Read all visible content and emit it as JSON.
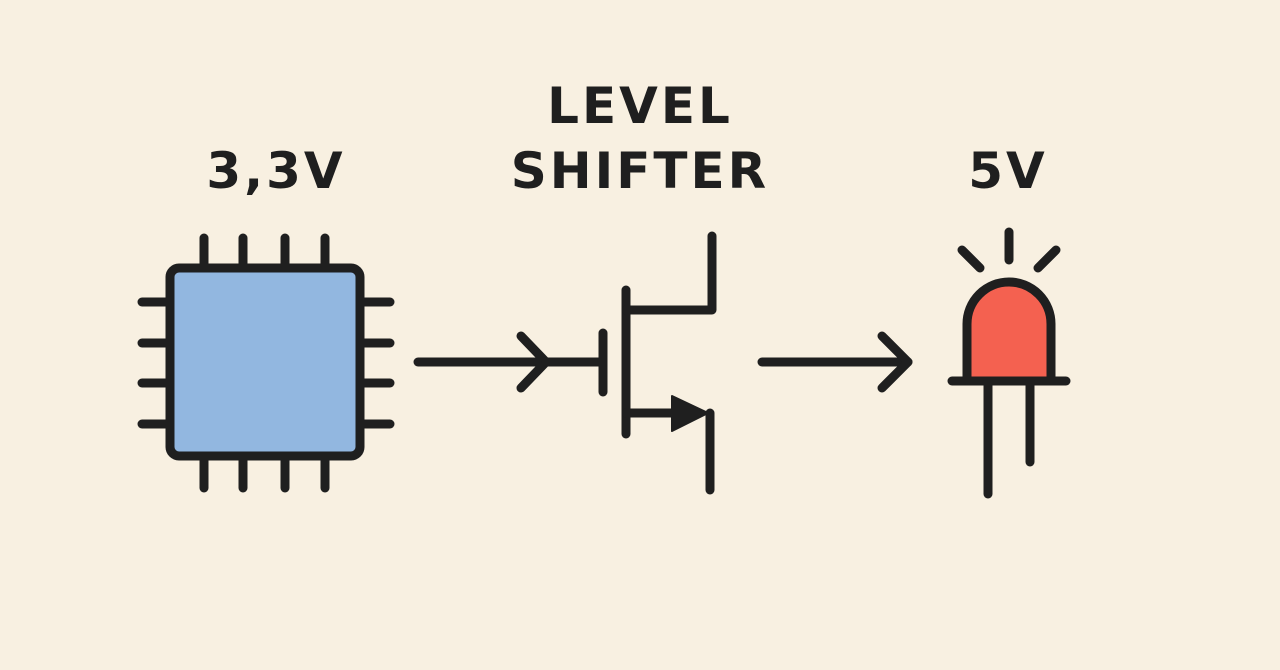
{
  "labels": {
    "low_voltage": "3,3V",
    "shifter_line1": "LEVEL",
    "shifter_line2": "SHIFTER",
    "high_voltage": "5V"
  },
  "icons": {
    "source": "microchip-icon",
    "shifter": "transistor-icon",
    "load": "led-icon",
    "connector": "arrow-right-icon"
  },
  "colors": {
    "background": "#f8f0e1",
    "stroke": "#1f1f1f",
    "chip_fill": "#92b7e0",
    "led_fill": "#f46150"
  }
}
